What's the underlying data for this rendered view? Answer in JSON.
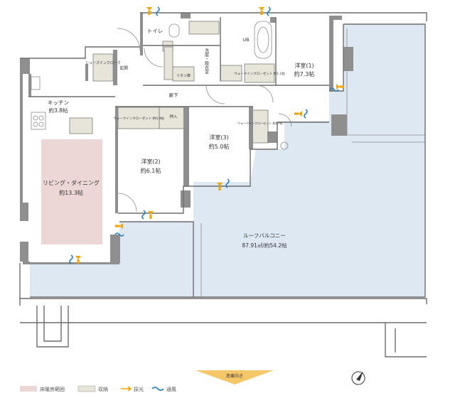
{
  "rooms": {
    "toilet": "トイレ",
    "washroom": "洗面・脱衣室",
    "ub": "UB",
    "shoe_closet": "シューズインクローク",
    "entrance": "玄関",
    "corridor": "廊下",
    "linen": "リネン庫",
    "wic1": "ウォークインクローゼット 約1.1帖",
    "bedroom1": {
      "name": "洋室(1)",
      "size": "約7.3帖"
    },
    "kitchen": {
      "name": "キッチン",
      "size": "約3.8帖"
    },
    "wic2": "ウォークインクローゼット 約0.9帖",
    "oshiire": "押入",
    "wic3": "ウォークインクローゼット 約0.7帖",
    "bedroom3": {
      "name": "洋室(3)",
      "size": "約5.0帖"
    },
    "bedroom2": {
      "name": "洋室(2)",
      "size": "約6.1帖"
    },
    "living": {
      "name": "リビング・ダイニング",
      "size": "約13.3帖"
    },
    "roof_balcony": {
      "name": "ルーフバルコニー",
      "size": "87.91㎡/約54.2帖"
    }
  },
  "orientation": "南東向き",
  "legend": {
    "floor_heating": "床暖房範囲",
    "storage": "収納",
    "light": "採光",
    "ventilation": "通風"
  },
  "colors": {
    "floor_heating": "#ecd6d6",
    "storage": "#e7e4d9",
    "balcony": "#dde8f2",
    "light": "#f0a500",
    "ventilation": "#2b7fc0",
    "orientation_arrow": "#f6c768"
  },
  "icons": [
    "light-arrow-icon",
    "ventilation-icon",
    "compass-icon",
    "orientation-arrow"
  ]
}
